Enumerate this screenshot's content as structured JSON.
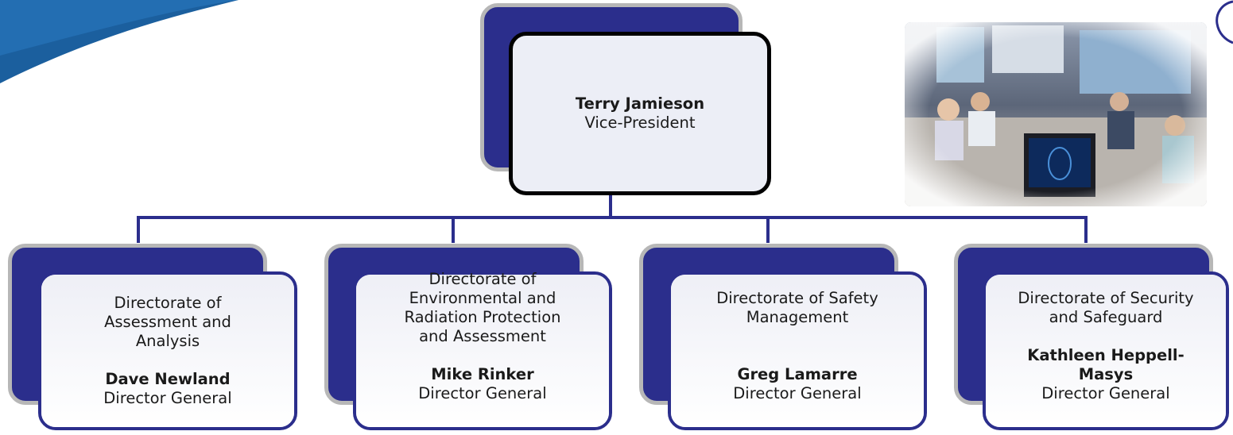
{
  "colors": {
    "navy": "#2b2e8c",
    "box_fill": "#eceef6",
    "shadow_border": "#b7b7b7",
    "swoosh": "#1b5f9e"
  },
  "icons": {
    "photo": "operations-centre-photo",
    "swoosh": "swoosh-decoration",
    "logo": "logo-fragment"
  },
  "vp": {
    "name": "Terry Jamieson",
    "title": "Vice-President"
  },
  "directorates": [
    {
      "unit_lines": [
        "Directorate of",
        "Assessment and",
        "Analysis"
      ],
      "name_lines": [
        "Dave Newland"
      ],
      "title": "Director General"
    },
    {
      "unit_lines": [
        "Directorate of",
        "Environmental and",
        "Radiation Protection",
        "and Assessment"
      ],
      "name_lines": [
        "Mike Rinker"
      ],
      "title": "Director General"
    },
    {
      "unit_lines": [
        "Directorate of Safety",
        "Management"
      ],
      "name_lines": [
        "Greg Lamarre"
      ],
      "title": "Director General"
    },
    {
      "unit_lines": [
        "Directorate of Security",
        "and Safeguard"
      ],
      "name_lines": [
        "Kathleen Heppell-",
        "Masys"
      ],
      "title": "Director General"
    }
  ]
}
